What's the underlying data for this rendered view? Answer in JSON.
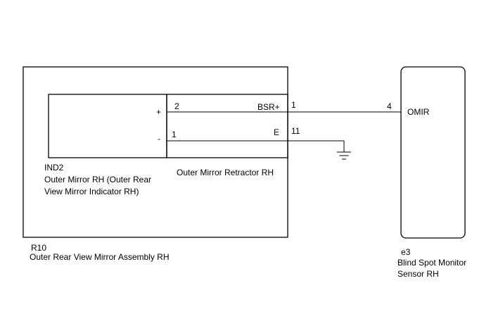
{
  "assembly": {
    "code": "R10",
    "name": "Outer Rear View Mirror Assembly RH"
  },
  "indicator": {
    "code": "IND2",
    "name_line1": "Outer Mirror RH (Outer Rear",
    "name_line2": "View Mirror Indicator RH)",
    "plus_sign": "+",
    "minus_sign": "-"
  },
  "retractor": {
    "name": "Outer Mirror Retractor RH",
    "pin_plus": "2",
    "pin_minus": "1",
    "signal_bsr": "BSR+",
    "signal_e": "E",
    "conn_pin_bsr": "1",
    "conn_pin_e": "11"
  },
  "sensor": {
    "code": "e3",
    "name_line1": "Blind Spot Monitor",
    "name_line2": "Sensor RH",
    "pin": "4",
    "signal": "OMIR"
  },
  "icons": {
    "ground": "ground-symbol-icon"
  }
}
